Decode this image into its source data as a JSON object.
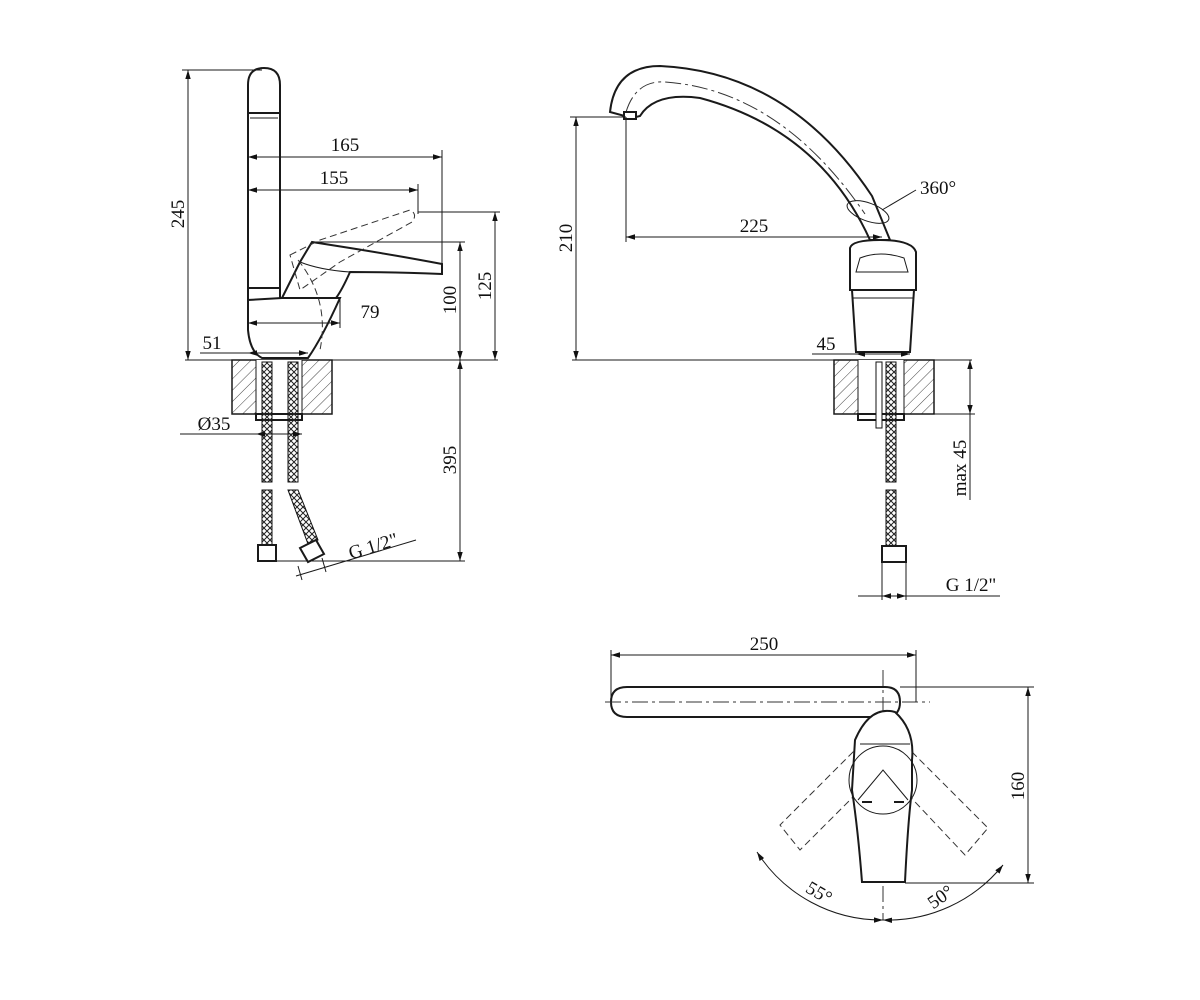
{
  "side_view": {
    "dim_height_total": "245",
    "dim_reach_outer": "165",
    "dim_reach_inner": "155",
    "dim_handle_height": "125",
    "dim_handle_base": "100",
    "dim_offset": "79",
    "dim_base_width": "51",
    "dim_hole_diameter": "Ø35",
    "dim_hose_length": "395",
    "dim_thread": "G 1/2\""
  },
  "front_view": {
    "dim_spout_height": "210",
    "dim_spout_reach": "225",
    "dim_rotation": "360°",
    "dim_base_width": "45",
    "dim_max_thickness": "max 45",
    "dim_thread": "G 1/2\""
  },
  "top_view": {
    "dim_length": "250",
    "dim_depth": "160",
    "dim_angle_left": "55°",
    "dim_angle_right": "50°"
  }
}
